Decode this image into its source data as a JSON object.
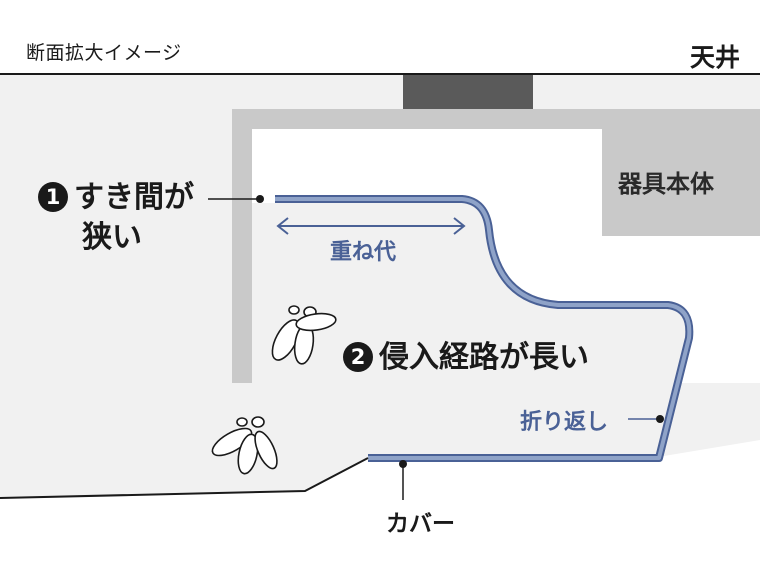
{
  "header": {
    "left_title": "断面拡大イメージ",
    "right_title": "天井"
  },
  "labels": {
    "fixture_body": "器具本体",
    "gap_number": "1",
    "gap_line1": "すき間が",
    "gap_line2": "狭い",
    "overlap": "重ね代",
    "path_number": "2",
    "path_text": "侵入経路が長い",
    "fold": "折り返し",
    "cover": "カバー"
  },
  "colors": {
    "accent_blue": "#4a6196",
    "cover_fill": "#8fa3c8",
    "wall_gray": "#c9c9c9",
    "region_gray": "#f1f1f1",
    "ceiling_block": "#5a5a5a"
  },
  "icons": [
    "bug-icon",
    "bug-icon"
  ]
}
